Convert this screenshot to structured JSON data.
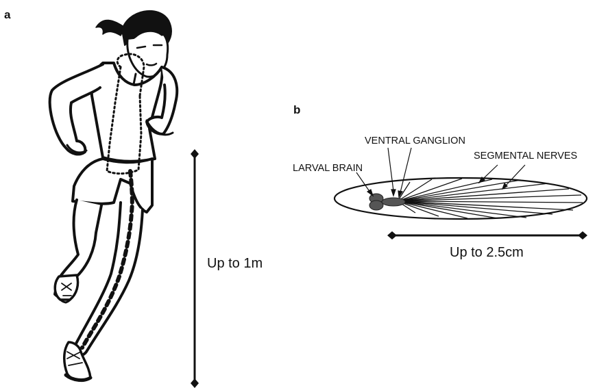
{
  "panels": {
    "a": {
      "letter": "a",
      "scale_label": "Up to 1m"
    },
    "b": {
      "letter": "b",
      "scale_label": "Up to 2.5cm",
      "labels": {
        "ventral_ganglion": "VENTRAL GANGLION",
        "segmental_nerves": "SEGMENTAL NERVES",
        "larval_brain": "LARVAL BRAIN"
      }
    }
  },
  "colors": {
    "ink": "#111111",
    "brain_fill": "#555555",
    "background": "#ffffff"
  },
  "icons": {
    "runner": "human-runner-illustration",
    "larva": "drosophila-larva-outline"
  }
}
